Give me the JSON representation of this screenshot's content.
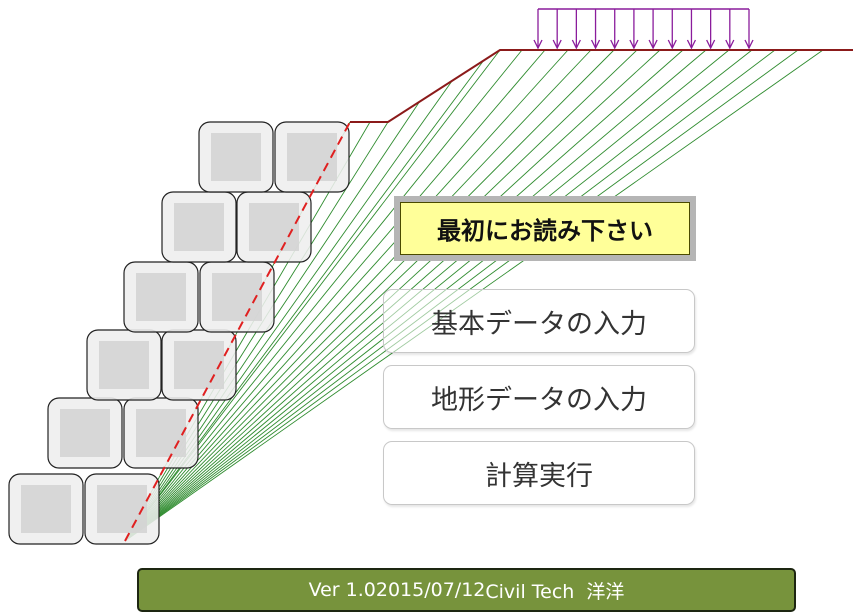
{
  "readme_button": {
    "label": "最初にお読み下さい"
  },
  "menu": {
    "basic_data": "基本データの入力",
    "terrain_data": "地形データの入力",
    "run_calc": "計算実行"
  },
  "footer": {
    "version": "Ver 1.0",
    "date": "2015/07/12",
    "author": "Civil Tech  洋洋"
  },
  "colors": {
    "slip_lines": "#2e8b2e",
    "critical_line": "#e02020",
    "ground_line": "#8b1a1a",
    "load_arrows": "#8a1c9c",
    "footer_bg": "#77933c",
    "readme_bg": "#ffff99"
  },
  "icons": {
    "load": "distributed-load-arrows",
    "blocks": "retaining-wall-blocks"
  }
}
